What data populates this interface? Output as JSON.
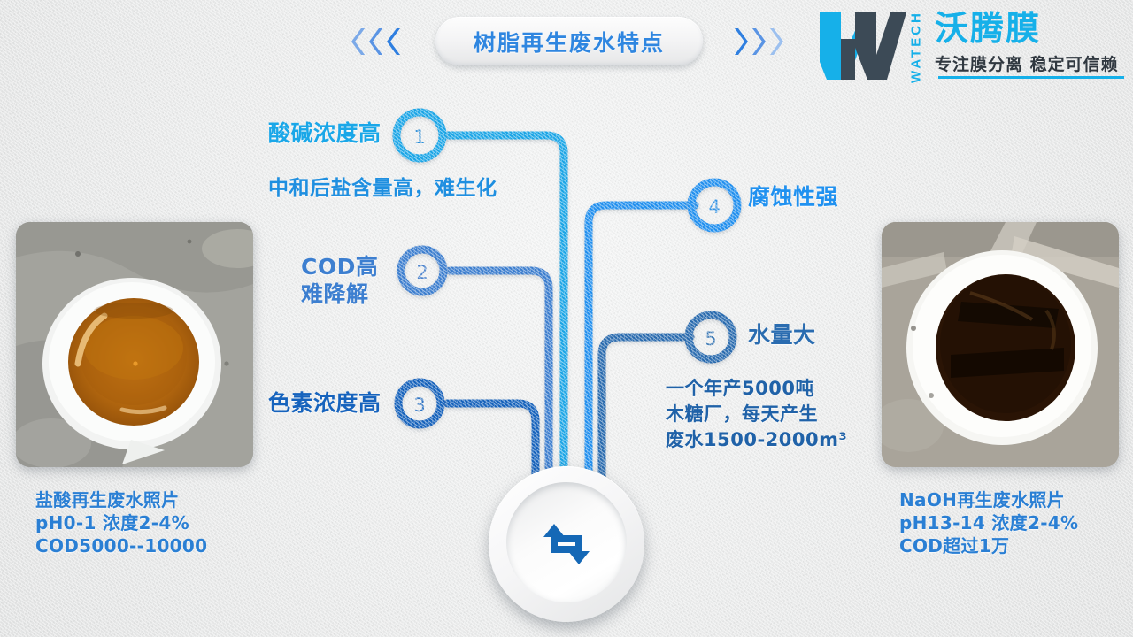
{
  "header": {
    "title": "树脂再生废水特点",
    "left_chevrons_icon": "chevron-double-left-icon",
    "right_chevrons_icon": "chevron-double-right-icon"
  },
  "logo": {
    "mark_icon": "watech-w-logo-icon",
    "vertical_text": "WATECH",
    "brand_cn": "沃腾膜",
    "slogan": "专注膜分离 稳定可信赖",
    "accent_color": "#16b0e9",
    "dark_color": "#303840"
  },
  "photos": {
    "left": {
      "alt": "盐酸再生废水照片",
      "caption_lines": [
        "盐酸再生废水照片",
        "pH0-1 浓度2-4%",
        "COD5000--10000"
      ],
      "liquid_color": "#b4680f"
    },
    "right": {
      "alt": "NaOH再生废水照片",
      "caption_lines": [
        "NaOH再生废水照片",
        "pH13-14  浓度2-4%",
        "COD超过1万"
      ],
      "liquid_color": "#2a1405"
    }
  },
  "hub": {
    "icon": "recycle-arrows-icon",
    "icon_color": "#1568b6"
  },
  "nodes": [
    {
      "number": "1",
      "label": "酸碱浓度高",
      "sublabel": "中和后盐含量高，难生化",
      "color": "#1aa7e8",
      "sublabel_color": "#1f8fe0"
    },
    {
      "number": "2",
      "label_lines": [
        "COD高",
        "难降解"
      ],
      "color": "#3d7fd0"
    },
    {
      "number": "3",
      "label": "色素浓度高",
      "color": "#1663bd"
    },
    {
      "number": "4",
      "label": "腐蚀性强",
      "color": "#2091f0"
    },
    {
      "number": "5",
      "label": "水量大",
      "sublabel_lines": [
        "一个年产5000吨",
        "木糖厂，每天产生",
        "废水1500-2000m³"
      ],
      "color": "#2a6cb0",
      "sublabel_color": "#2062a8"
    }
  ],
  "background_color": "#eceded"
}
